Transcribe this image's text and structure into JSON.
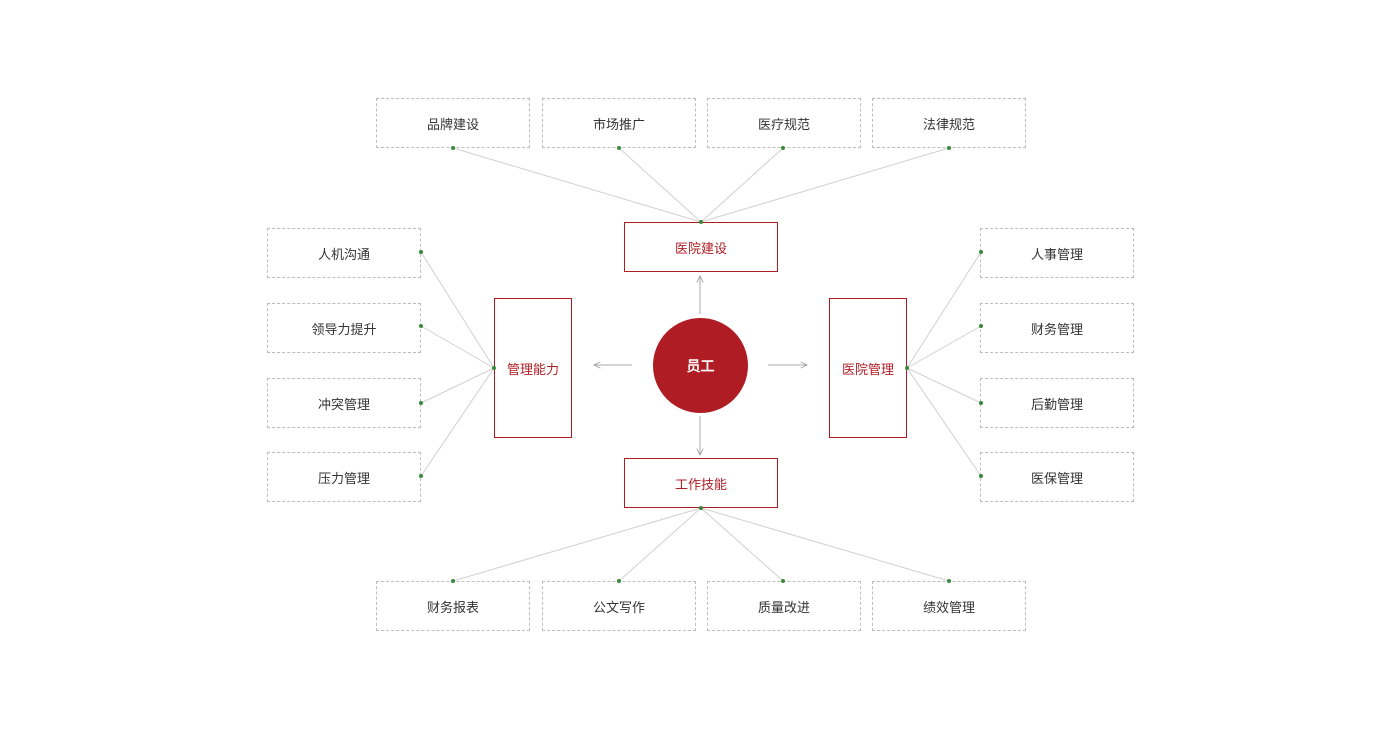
{
  "center": {
    "label": "员工"
  },
  "hubs": {
    "top": "医院建设",
    "bottom": "工作技能",
    "left": "管理能力",
    "right": "医院管理"
  },
  "top_items": [
    "品牌建设",
    "市场推广",
    "医疗规范",
    "法律规范"
  ],
  "bottom_items": [
    "财务报表",
    "公文写作",
    "质量改进",
    "绩效管理"
  ],
  "left_items": [
    "人机沟通",
    "领导力提升",
    "冲突管理",
    "压力管理"
  ],
  "right_items": [
    "人事管理",
    "财务管理",
    "后勤管理",
    "医保管理"
  ],
  "colors": {
    "accent": "#b01c24",
    "dot": "#3a8a3a",
    "connector": "#d0d0d0",
    "dashed_border": "#bdbdbd"
  }
}
